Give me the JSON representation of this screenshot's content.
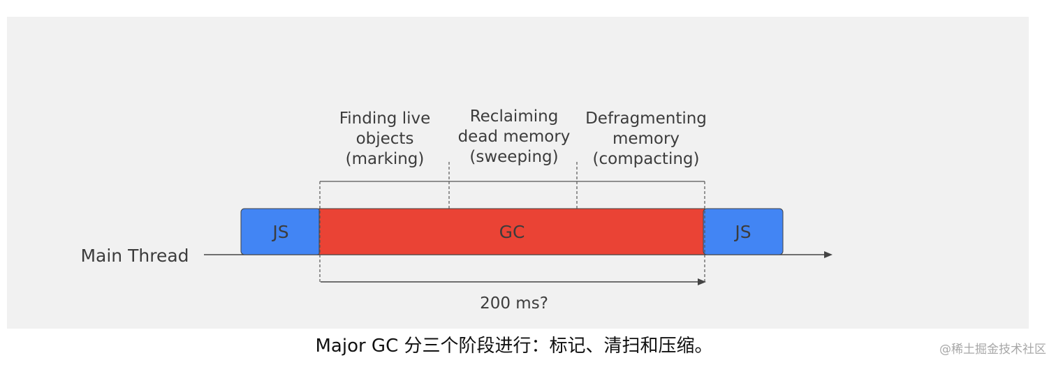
{
  "diagram": {
    "thread_label": "Main Thread",
    "phases": [
      {
        "line1": "Finding live",
        "line2": "objects",
        "line3": "(marking)"
      },
      {
        "line1": "Reclaiming",
        "line2": "dead memory",
        "line3": "(sweeping)"
      },
      {
        "line1": "Defragmenting",
        "line2": "memory",
        "line3": "(compacting)"
      }
    ],
    "blocks": {
      "js_before": "JS",
      "gc": "GC",
      "js_after": "JS"
    },
    "duration_label": "200 ms?",
    "colors": {
      "js": "#4285f4",
      "gc": "#ea4335",
      "panel": "#f1f1f1",
      "text": "#3c3c3c"
    }
  },
  "caption": "Major GC 分三个阶段进行：标记、清扫和压缩。",
  "watermark": "@稀土掘金技术社区"
}
